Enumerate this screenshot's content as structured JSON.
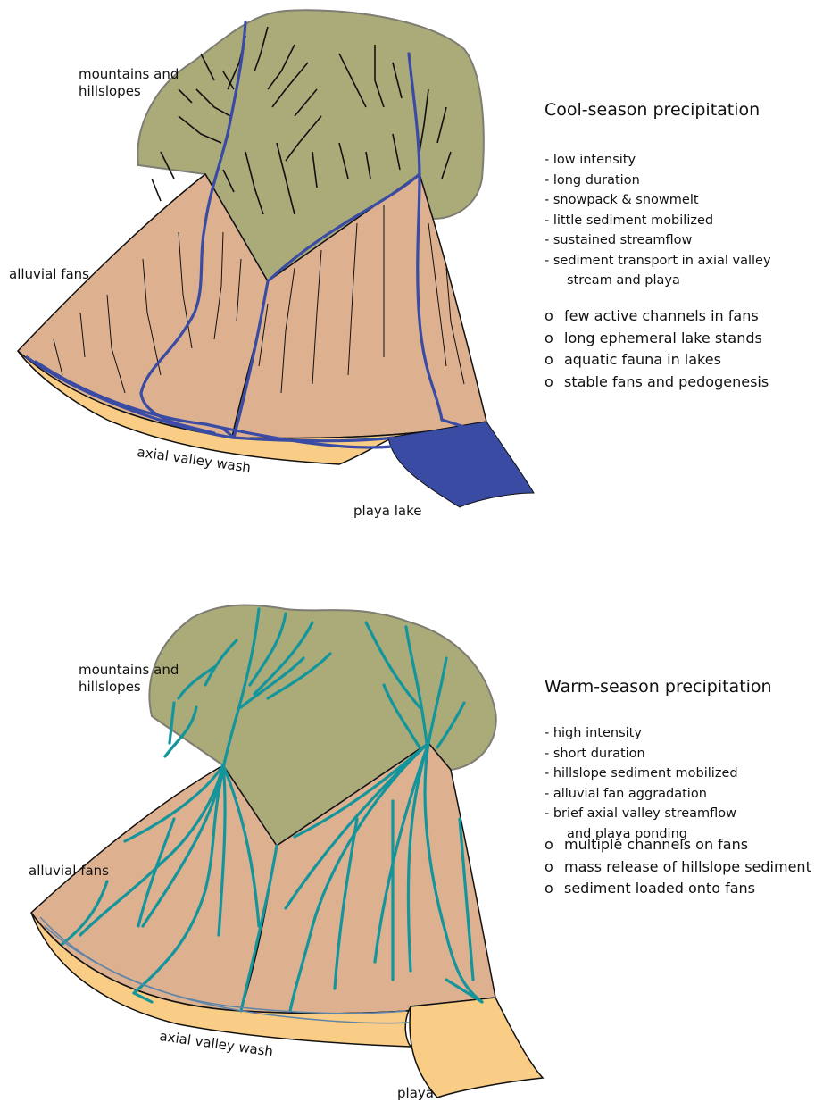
{
  "colors": {
    "mountain": "#abab7a",
    "mountain_stroke": "#7d7d73",
    "fan": "#ddb090",
    "axial": "#f9cd85",
    "cool_channel": "#3a4ba4",
    "warm_channel": "#13959b",
    "rill": "#111111"
  },
  "cool_panel": {
    "labels": {
      "mountains_line1": "mountains and",
      "mountains_line2": "hillslopes",
      "alluvial_fans": "alluvial fans",
      "axial_valley_wash": "axial valley wash",
      "basin_end": "playa lake"
    },
    "title": "Cool-season precipitation",
    "dash_items": [
      {
        "text": "- low intensity"
      },
      {
        "text": "- long duration"
      },
      {
        "text": "- snowpack & snowmelt"
      },
      {
        "text": "- little sediment mobilized"
      },
      {
        "text": "- sustained streamflow"
      },
      {
        "text": "- sediment transport in axial valley",
        "cont": "stream and playa"
      }
    ],
    "o_items": [
      {
        "marker": "o",
        "text": "few active channels in fans"
      },
      {
        "marker": "o",
        "text": "long ephemeral lake stands"
      },
      {
        "marker": "o",
        "text": "aquatic fauna in lakes"
      },
      {
        "marker": "o",
        "text": "stable fans and pedogenesis"
      }
    ]
  },
  "warm_panel": {
    "labels": {
      "mountains_line1": "mountains and",
      "mountains_line2": "hillslopes",
      "alluvial_fans": "alluvial fans",
      "axial_valley_wash": "axial valley wash",
      "basin_end": "playa"
    },
    "title": "Warm-season precipitation",
    "dash_items": [
      {
        "text": "- high intensity"
      },
      {
        "text": "- short duration"
      },
      {
        "text": "- hillslope sediment mobilized"
      },
      {
        "text": "- alluvial fan aggradation"
      },
      {
        "text": "- brief axial valley streamflow",
        "cont": "and playa ponding"
      }
    ],
    "o_items": [
      {
        "marker": "o",
        "text": "multiple channels on fans"
      },
      {
        "marker": "o",
        "text": "mass release of hillslope sediment"
      },
      {
        "marker": "o",
        "text": "sediment loaded onto fans"
      }
    ]
  }
}
